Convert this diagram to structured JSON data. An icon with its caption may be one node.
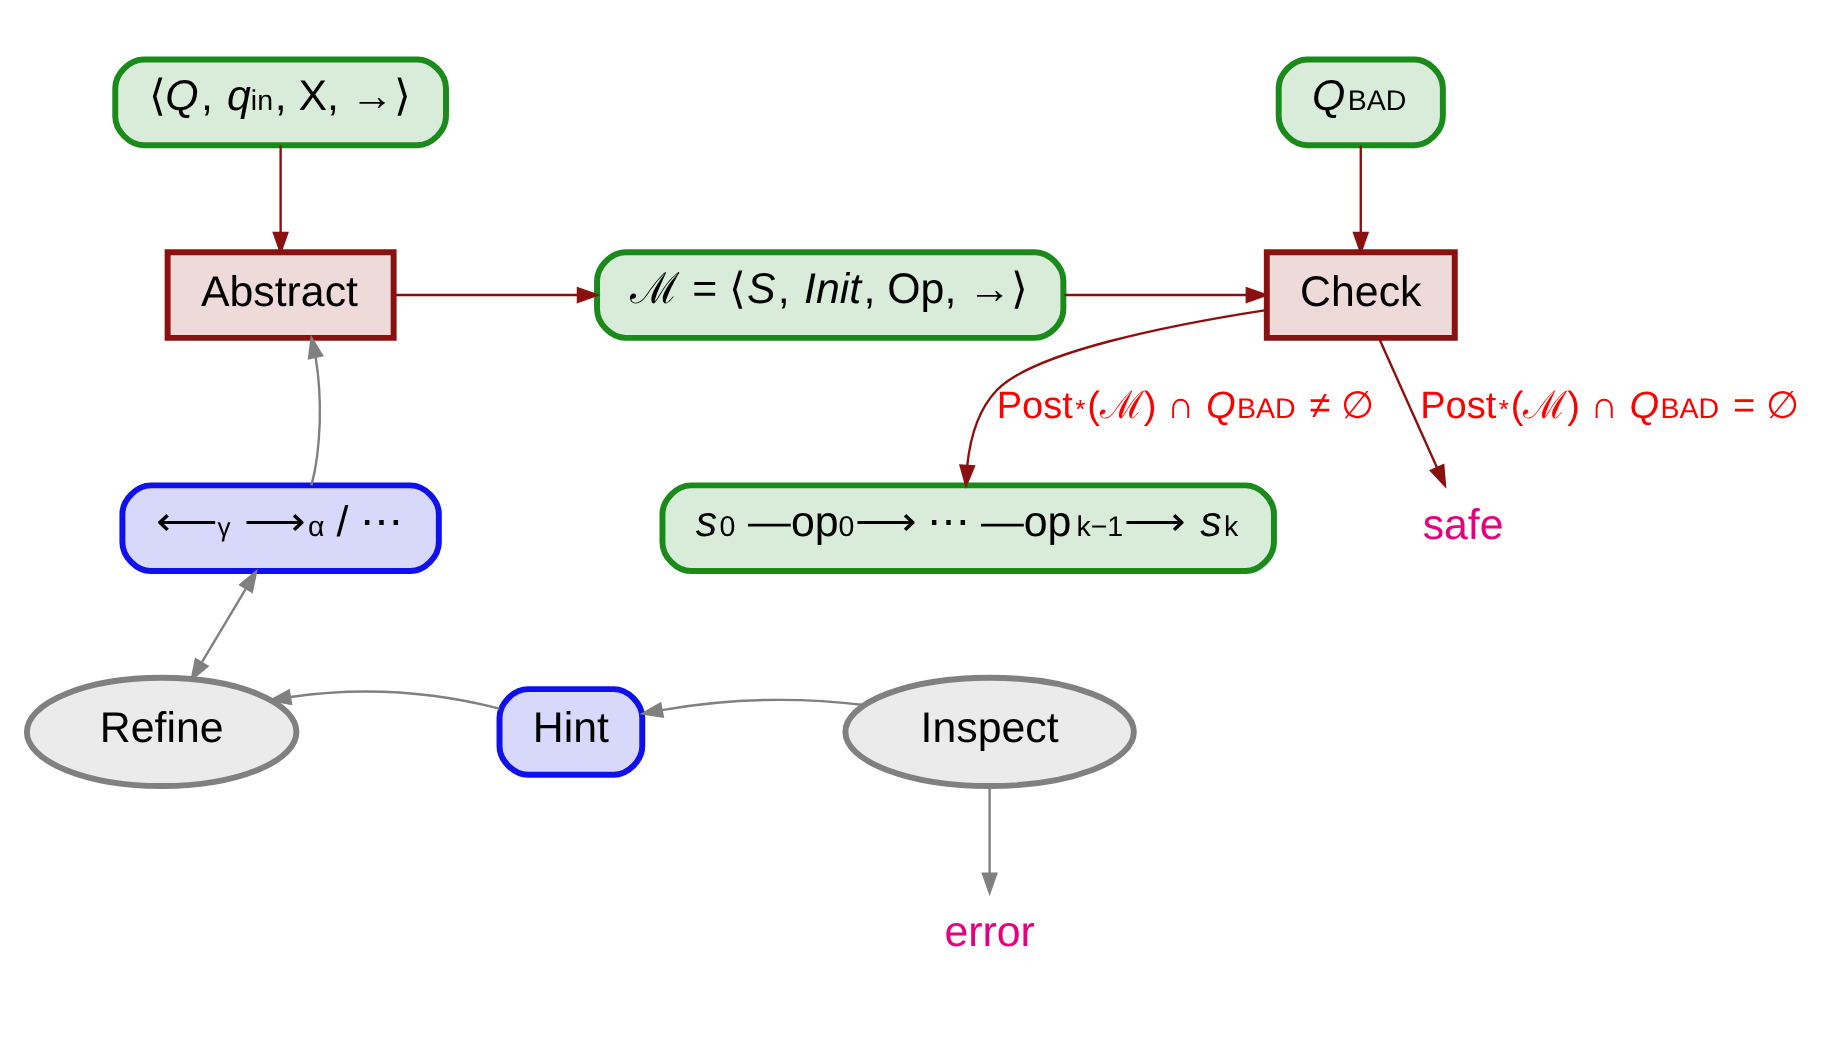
{
  "diagram": {
    "nodes": [
      {
        "text": [
          "⟨*Q*, *q*$_{in}$, X, →⟩"
        ]
      },
      {
        "text": [
          "*Q*$_{BAD}$"
        ]
      },
      {
        "text": [
          "Abstract"
        ]
      },
      {
        "text": [
          "ℳ = ⟨*S*, *Init*, Op, →⟩"
        ]
      },
      {
        "text": [
          "Check"
        ]
      },
      {
        "text": [
          "safe"
        ]
      },
      {
        "text": [
          "⟵$^{γ}$ ⟶$_{α}$ / ⋯"
        ]
      },
      {
        "text": [
          "*s*$_{0}$ —op$_{0}$⟶ ⋯ —op$_{k−1}$⟶ *s*$_{k}$"
        ]
      },
      {
        "text": [
          "Refine"
        ]
      },
      {
        "text": [
          "Hint"
        ]
      },
      {
        "text": [
          "Inspect"
        ]
      },
      {
        "text": [
          "error"
        ]
      }
    ],
    "edges": [
      {
        "from": 0,
        "to": 2,
        "arrow": "to"
      },
      {
        "from": 1,
        "to": 4,
        "arrow": "to"
      },
      {
        "from": 2,
        "to": 3,
        "arrow": "to"
      },
      {
        "from": 3,
        "to": 4,
        "arrow": "to"
      },
      {
        "from": 4,
        "to": 5,
        "arrow": "to",
        "label": "Post$^{*}$(ℳ) ∩ *Q*$_{BAD}$ = ∅"
      },
      {
        "from": 4,
        "to": 7,
        "arrow": "to",
        "label": "Post$^{*}$(ℳ) ∩ *Q*$_{BAD}$ ≠ ∅"
      },
      {
        "from": 6,
        "to": 2,
        "arrow": "to",
        "color": "#808080"
      },
      {
        "from": 6,
        "to": 8,
        "arrow": "both",
        "color": "#808080"
      },
      {
        "from": 10,
        "to": 9,
        "arrow": "to",
        "color": "#808080"
      },
      {
        "from": 9,
        "to": 8,
        "arrow": "to",
        "color": "#808080"
      },
      {
        "from": 10,
        "to": 11,
        "arrow": "to",
        "color": "#808080"
      }
    ]
  }
}
